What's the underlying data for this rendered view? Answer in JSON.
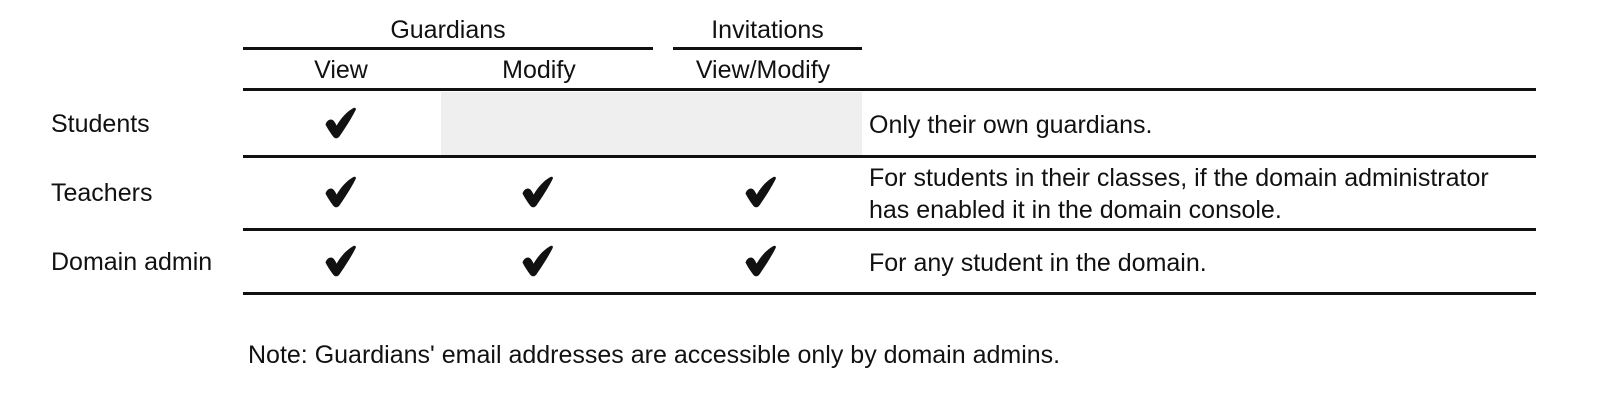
{
  "table": {
    "column_groups": [
      {
        "label": "Guardians",
        "spans": [
          "View",
          "Modify"
        ]
      },
      {
        "label": "Invitations",
        "spans": [
          "View/Modify"
        ]
      }
    ],
    "columns": [
      {
        "key": "role",
        "header": ""
      },
      {
        "key": "guardians_view",
        "header": "View",
        "group": "Guardians"
      },
      {
        "key": "guardians_modify",
        "header": "Modify",
        "group": "Guardians"
      },
      {
        "key": "invitations_view_modify",
        "header": "View/Modify",
        "group": "Invitations"
      },
      {
        "key": "notes",
        "header": ""
      }
    ],
    "rows": [
      {
        "role": "Students",
        "guardians_view": "check",
        "guardians_modify": "blocked",
        "invitations_view_modify": "blocked",
        "notes": [
          "Only their own guardians."
        ]
      },
      {
        "role": "Teachers",
        "guardians_view": "check",
        "guardians_modify": "check",
        "invitations_view_modify": "check",
        "notes": [
          "For students in their classes, if the domain administrator",
          "has enabled it in the domain console."
        ]
      },
      {
        "role": "Domain admin",
        "guardians_view": "check",
        "guardians_modify": "check",
        "invitations_view_modify": "check",
        "notes": [
          "For any student in the domain."
        ]
      }
    ]
  },
  "footnote": "Note: Guardians' email addresses are accessible only by domain admins.",
  "icons": {
    "check": "heavy-check-mark"
  },
  "colors": {
    "ink": "#111111",
    "rule": "#111111",
    "blocked_cell": "#efefef",
    "background": "#ffffff"
  }
}
